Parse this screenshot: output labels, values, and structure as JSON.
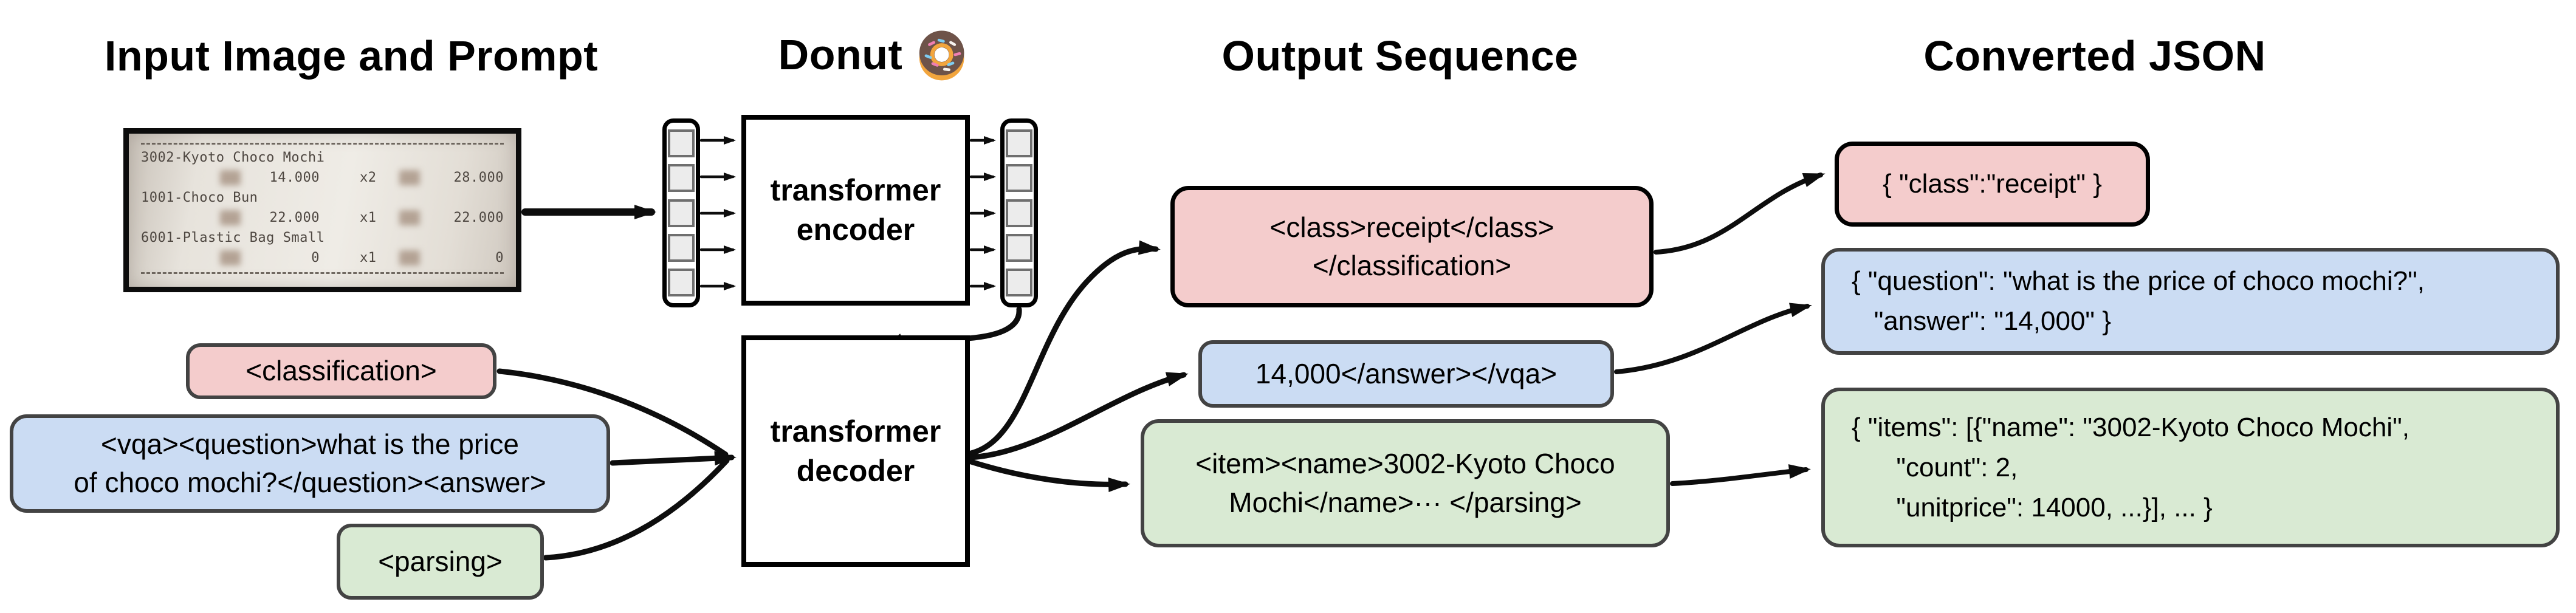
{
  "titles": {
    "input": "Input Image and Prompt",
    "model": "Donut",
    "model_icon_alt": "donut emoji",
    "output": "Output Sequence",
    "json": "Converted JSON"
  },
  "receipt": {
    "items": [
      {
        "name": "3002-Kyoto Choco Mochi",
        "unit": "14.000",
        "qty": "x2",
        "total": "28.000"
      },
      {
        "name": "1001-Choco Bun",
        "unit": "22.000",
        "qty": "x1",
        "total": "22.000"
      },
      {
        "name": "6001-Plastic Bag Small",
        "unit": "0",
        "qty": "x1",
        "total": "0"
      }
    ]
  },
  "model": {
    "encoder_label": "transformer\nencoder",
    "decoder_label": "transformer\ndecoder"
  },
  "prompts": {
    "classification": "<classification>",
    "vqa": "<vqa><question>what is the price\nof choco mochi?</question><answer>",
    "parsing": "<parsing>"
  },
  "outputs": {
    "classification": "<class>receipt</class>\n</classification>",
    "vqa": "14,000</answer></vqa>",
    "parsing": "<item><name>3002-Kyoto Choco\nMochi</name>··· </parsing>"
  },
  "json_outputs": {
    "classification": "{ \"class\":\"receipt\" }",
    "vqa": "{ \"question\": \"what is the price of choco mochi?\",\n   \"answer\": \"14,000\" }",
    "parsing": "{ \"items\": [{\"name\": \"3002-Kyoto Choco Mochi\",\n      \"count\": 2,\n      \"unitprice\": 14000, ...}], ... }"
  },
  "colors": {
    "pink": "#f4cccc",
    "blue": "#cbdcf3",
    "green": "#d9ead3",
    "border-gray": "#434343"
  }
}
